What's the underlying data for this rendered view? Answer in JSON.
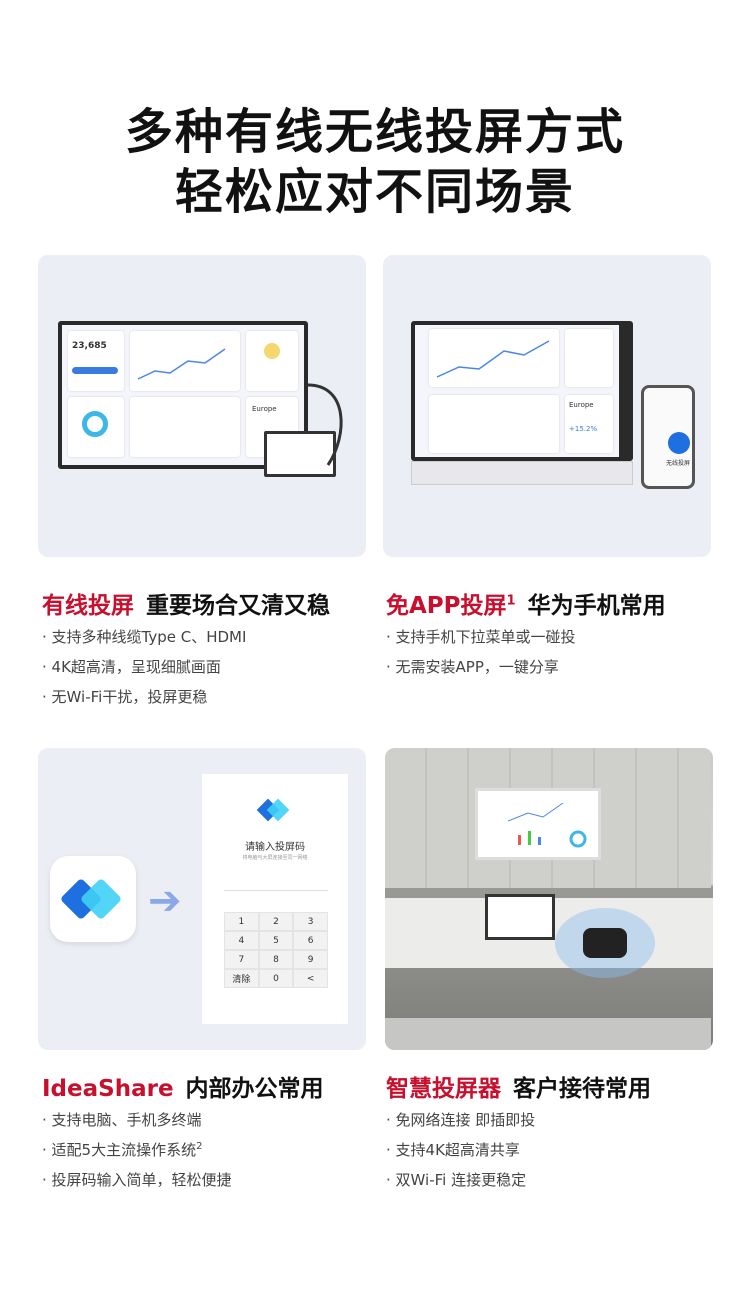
{
  "title": {
    "line1": "多种有线无线投屏方式",
    "line2": "轻松应对不同场景"
  },
  "sections": [
    {
      "title_red": "有线投屏",
      "title_black": "重要场合又清又稳",
      "bullets": [
        "· 支持多种线缆Type C、HDMI",
        "· 4K超高清，呈现细腻画面",
        "· 无Wi-Fi干扰，投屏更稳"
      ]
    },
    {
      "title_red": "免APP投屏",
      "footnote": "1",
      "title_black": "华为手机常用",
      "bullets": [
        "· 支持手机下拉菜单或一碰投",
        "· 无需安装APP，一键分享"
      ]
    },
    {
      "title_red": "IdeaShare",
      "title_black": "内部办公常用",
      "bullets": [
        "· 支持电脑、手机多终端",
        "· 适配5大主流操作系统",
        "· 投屏码输入简单，轻松便捷"
      ],
      "bullet2_footnote": "2"
    },
    {
      "title_red": "智慧投屏器",
      "title_black": "客户接待常用",
      "bullets": [
        "· 免网络连接 即插即投",
        "· 支持4K超高清共享",
        "· 双Wi-Fi   连接更稳定"
      ]
    }
  ],
  "mockup": {
    "stat": "23,685",
    "region": "Europe",
    "change": "+15.2%",
    "phone_label": "无线投屏"
  },
  "keypad": {
    "title": "请输入投屏码",
    "subtitle": "将电脑与大屏连接至同一网络",
    "keys": [
      "1",
      "2",
      "3",
      "4",
      "5",
      "6",
      "7",
      "8",
      "9",
      "清除",
      "0",
      "<"
    ]
  },
  "colors": {
    "accent": "#c8102e",
    "card_bg": "#eceef5",
    "app_blue": "#1e6fe0",
    "app_cyan": "#3fd0f5"
  }
}
